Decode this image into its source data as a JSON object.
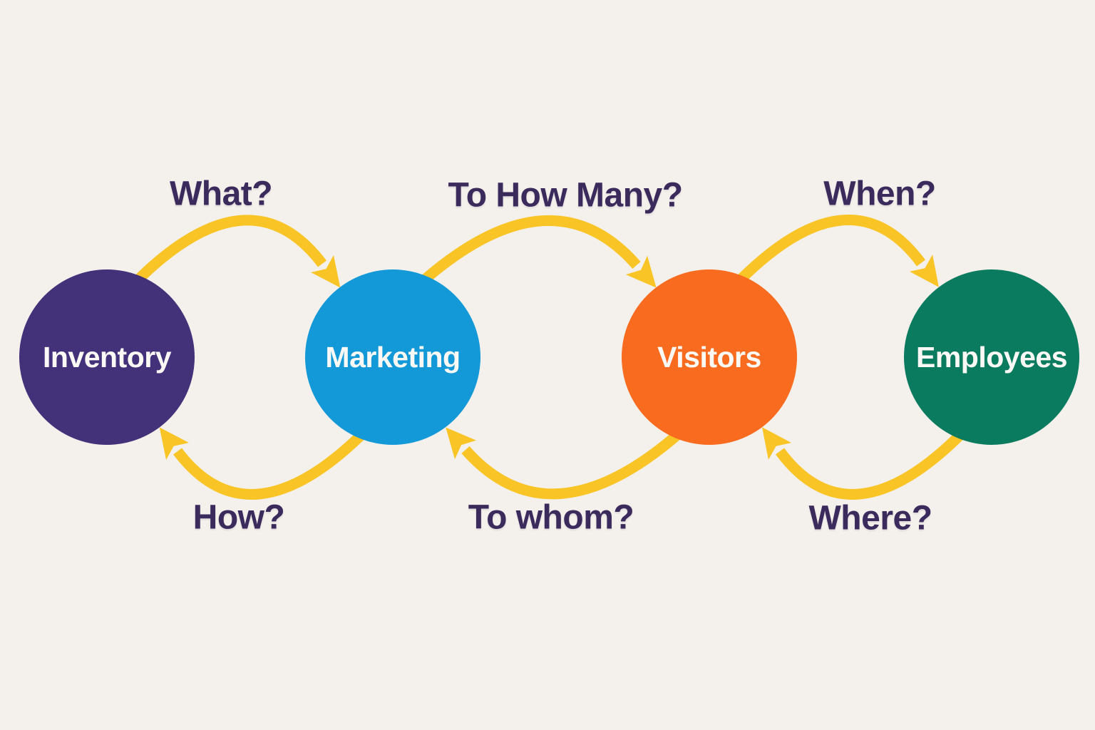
{
  "diagram": {
    "background_color": "#f4f1ec",
    "arrow_color": "#f9c425",
    "question_color": "#3b2a5c",
    "node_text_color": "#fbf9f6",
    "nodes": [
      {
        "label": "Inventory",
        "color": "#43317a"
      },
      {
        "label": "Marketing",
        "color": "#1399d8"
      },
      {
        "label": "Visitors",
        "color": "#f96b1e"
      },
      {
        "label": "Employees",
        "color": "#0b7b5f"
      }
    ],
    "flows": [
      {
        "question": "What?",
        "from": "Inventory",
        "to": "Marketing",
        "direction": "forward"
      },
      {
        "question": "To How Many?",
        "from": "Marketing",
        "to": "Visitors",
        "direction": "forward"
      },
      {
        "question": "When?",
        "from": "Visitors",
        "to": "Employees",
        "direction": "forward"
      },
      {
        "question": "How?",
        "from": "Marketing",
        "to": "Inventory",
        "direction": "backward"
      },
      {
        "question": "To whom?",
        "from": "Visitors",
        "to": "Marketing",
        "direction": "backward"
      },
      {
        "question": "Where?",
        "from": "Employees",
        "to": "Visitors",
        "direction": "backward"
      }
    ]
  }
}
